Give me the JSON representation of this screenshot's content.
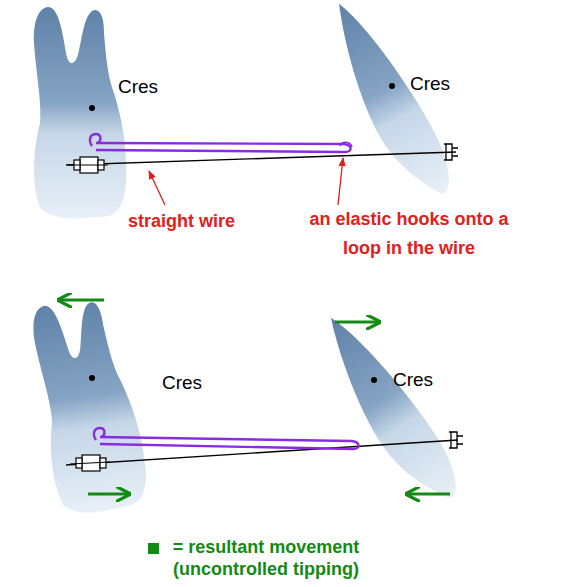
{
  "diagram": {
    "labels": [
      "Cres",
      "Cres",
      "straight wire",
      "an elastic hooks onto a loop in the wire",
      "Cres",
      "Cres"
    ],
    "legend": [
      {
        "text": "= resultant movement (uncontrolled tipping)",
        "color": "#138a13"
      }
    ]
  }
}
